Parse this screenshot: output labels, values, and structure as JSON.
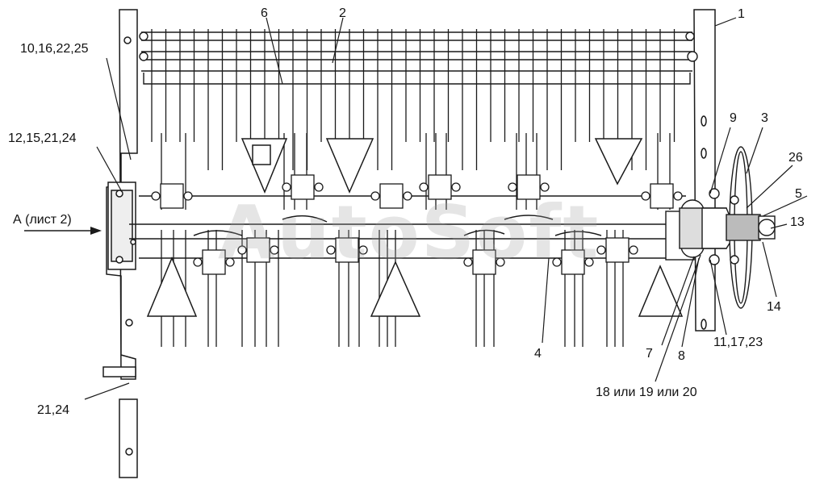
{
  "colors": {
    "line": "#1a1a1a",
    "fill": "#ffffff",
    "dark": "#3a3a3a"
  },
  "watermark": "AutoSoft",
  "view": {
    "label": "А (лист 2)"
  },
  "callouts": {
    "c1": "1",
    "c2": "2",
    "c3": "3",
    "c4": "4",
    "c5": "5",
    "c6": "6",
    "c7": "7",
    "c8": "8",
    "c9": "9",
    "c13": "13",
    "c14": "14",
    "c26": "26",
    "c10_16_22_25": "10,16,22,25",
    "c12_15_21_24": "12,15,21,24",
    "c21_24": "21,24",
    "c11_17_23": "11,17,23",
    "c18_19_20": "18 или 19 или 20"
  }
}
